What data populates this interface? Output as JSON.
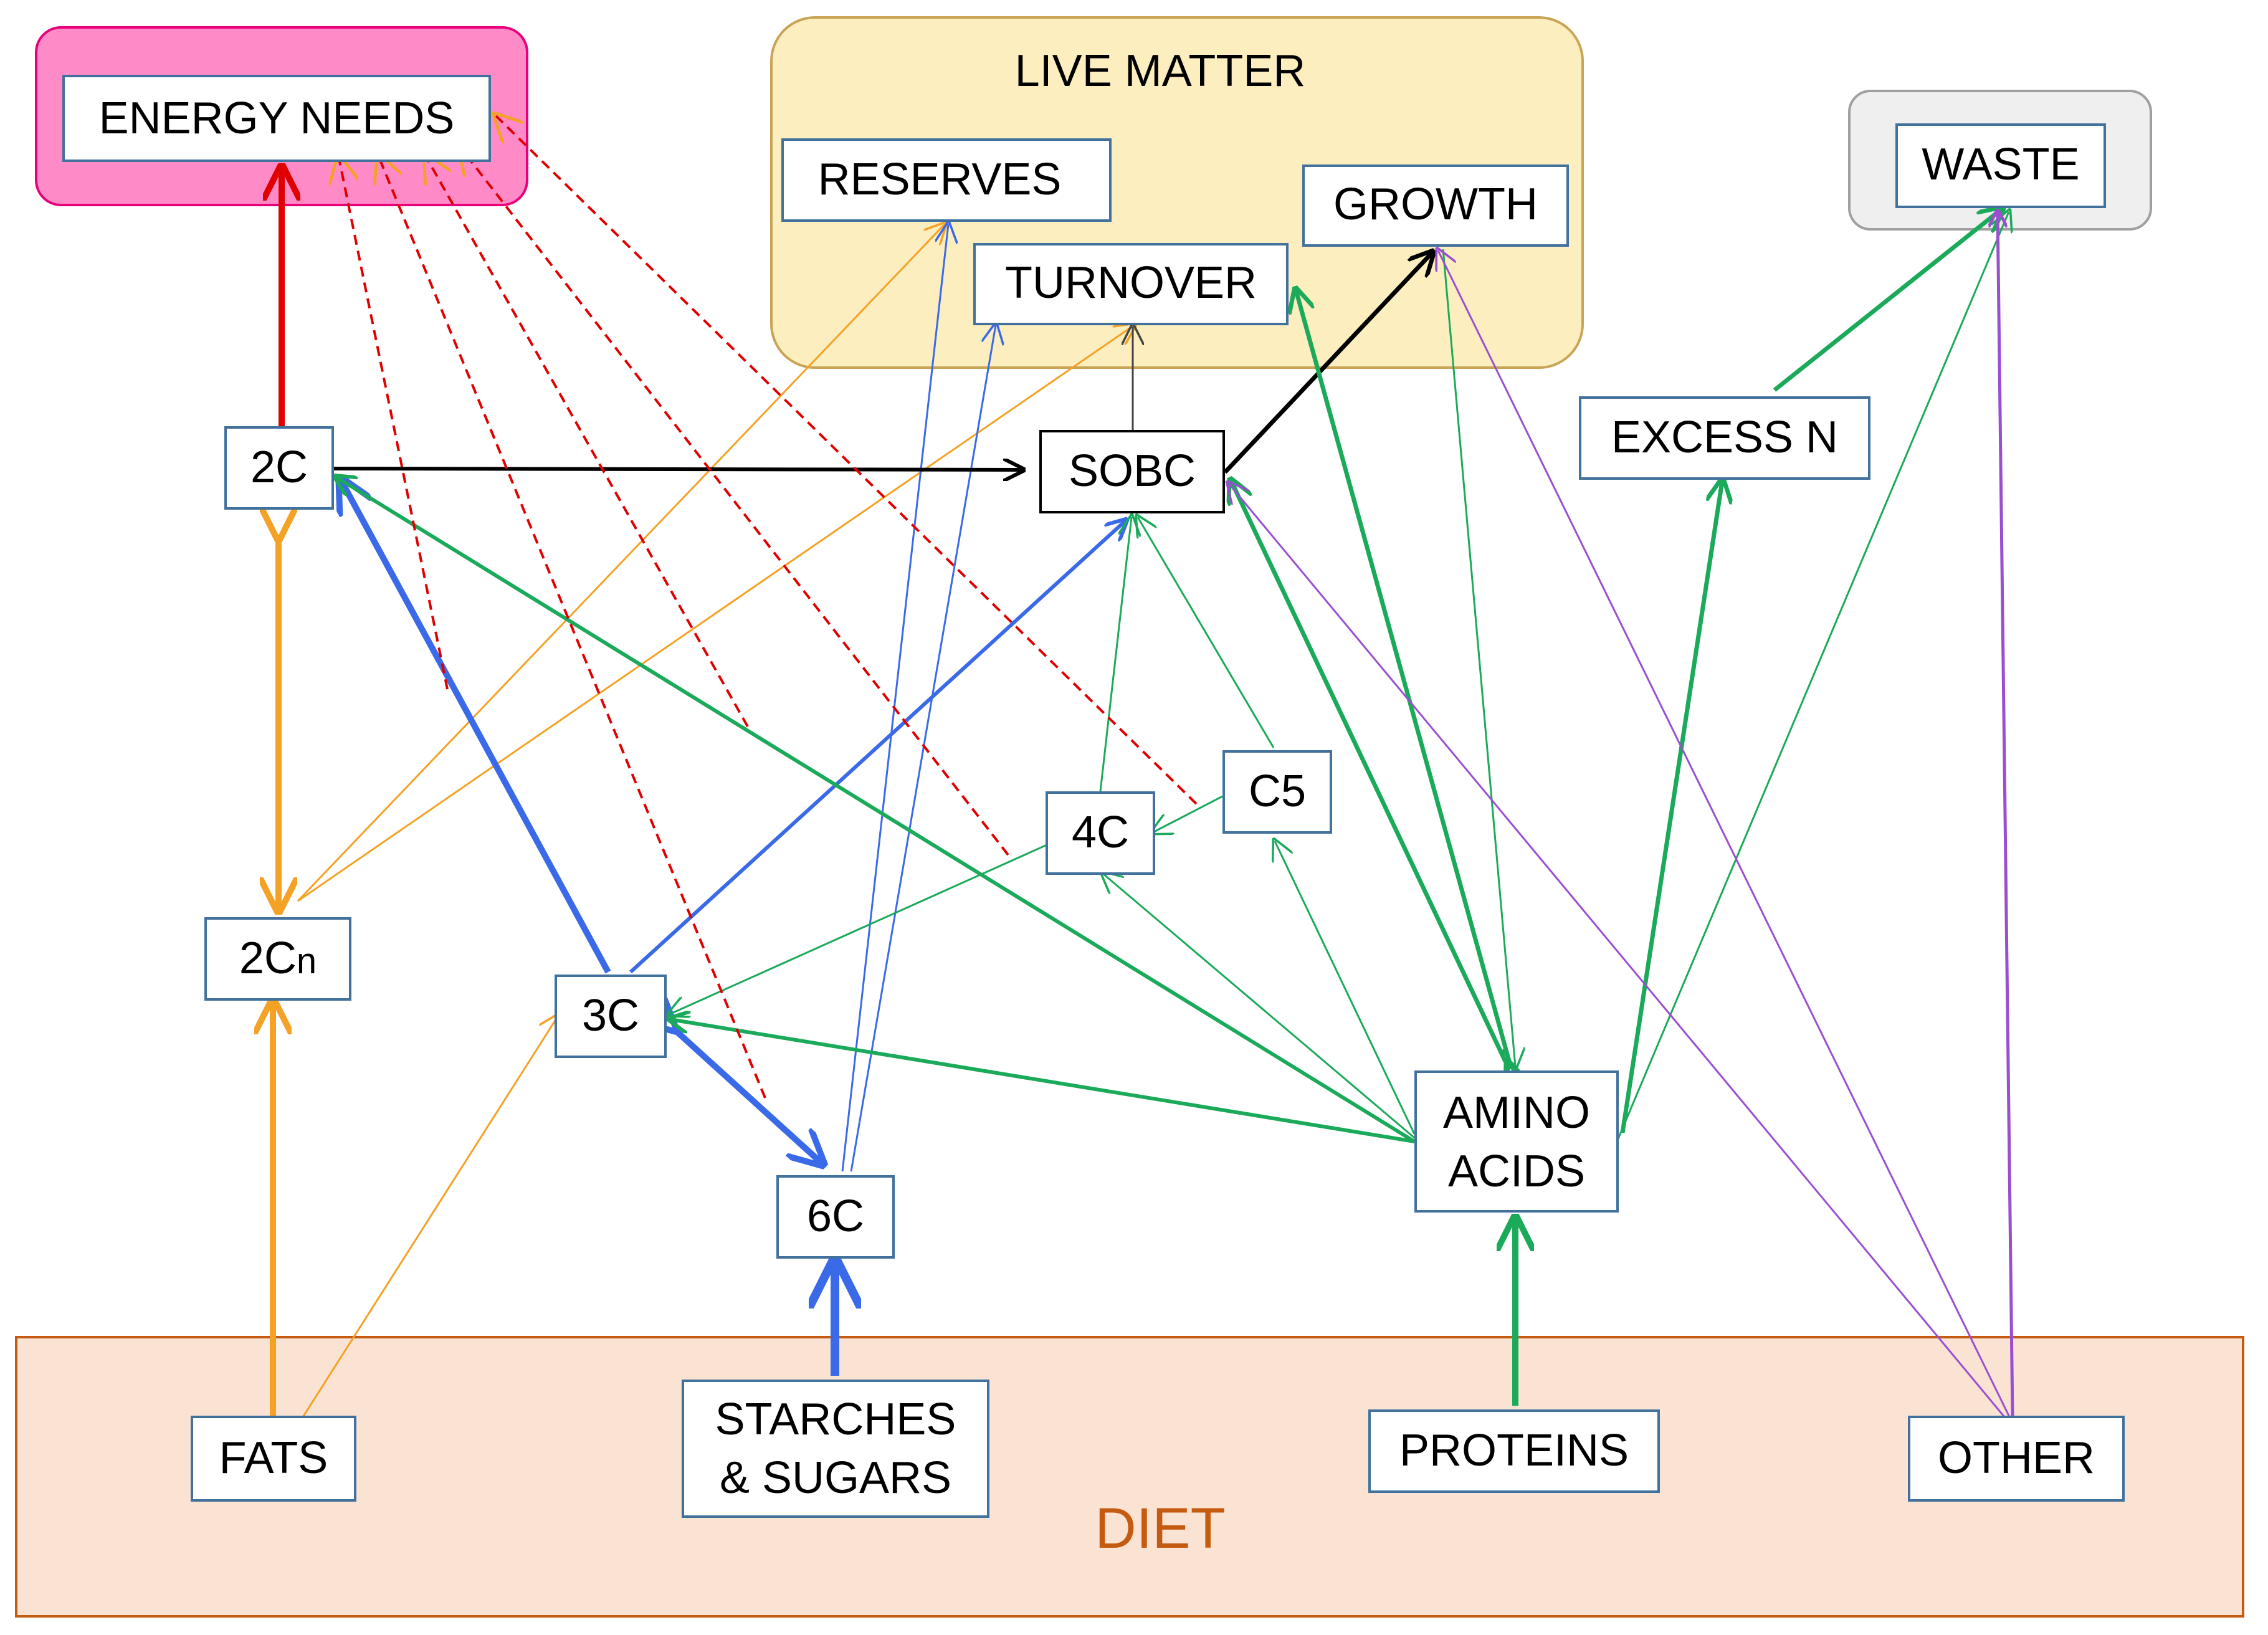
{
  "groups": {
    "energy": {
      "color": "#ff8ac8",
      "stroke": "#e8007a"
    },
    "live_matter": {
      "title": "LIVE MATTER",
      "color": "#fdeec0",
      "stroke": "#c9a455"
    },
    "waste_group": {
      "color": "#efefef",
      "stroke": "#a0a0a0"
    },
    "diet": {
      "title": "DIET",
      "color": "#fbe3d4",
      "stroke": "#c55a11"
    }
  },
  "nodes": {
    "energy_needs": "ENERGY NEEDS",
    "reserves": "RESERVES",
    "turnover": "TURNOVER",
    "growth": "GROWTH",
    "waste": "WASTE",
    "excess_n": "EXCESS N",
    "two_c": "2C",
    "sobc": "SOBC",
    "c5": "C5",
    "four_c": "4C",
    "two_cn_base": "2C",
    "two_cn_sub": "n",
    "three_c": "3C",
    "amino_line1": "AMINO",
    "amino_line2": "ACIDS",
    "six_c": "6C",
    "fats": "FATS",
    "starches_line1": "STARCHES",
    "starches_line2": "& SUGARS",
    "proteins": "PROTEINS",
    "other": "OTHER"
  },
  "colors": {
    "red": "#e00000",
    "red_dashed": "#e00000",
    "orange": "#f4a225",
    "blue": "#3a6ae8",
    "green": "#1aaa5a",
    "black": "#000000",
    "gray": "#444444",
    "purple": "#9a4fd0"
  }
}
